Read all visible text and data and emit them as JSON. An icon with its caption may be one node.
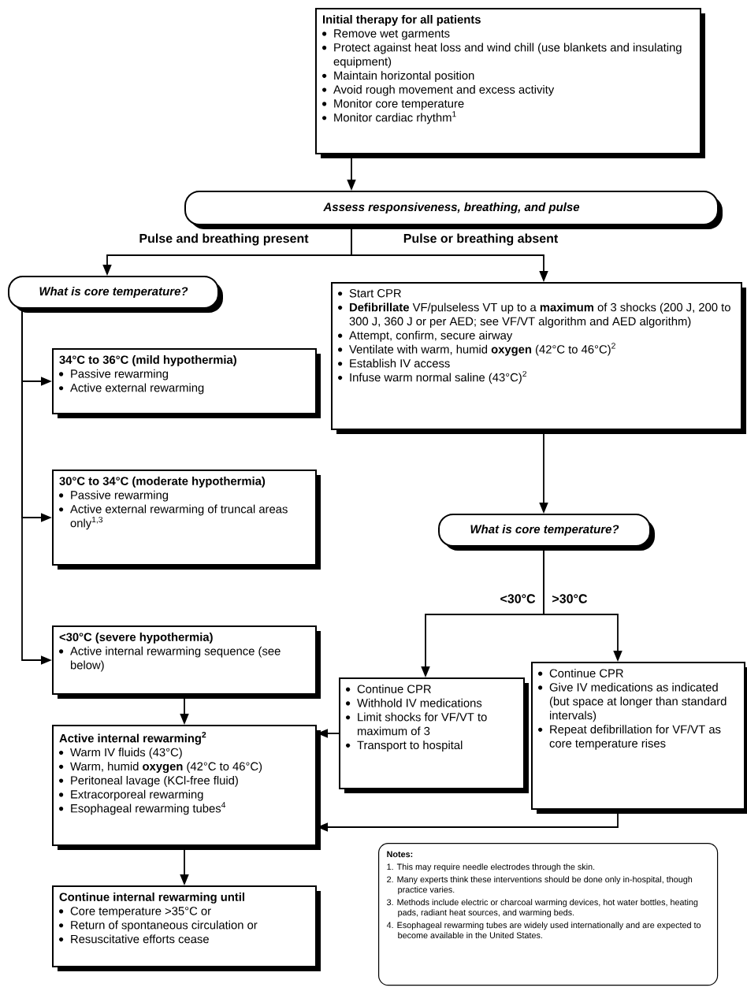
{
  "diagram": {
    "nodes": [
      {
        "text": [
          "Initial therapy for all patients",
          "Remove wet garments",
          "Protect against heat loss and wind chill (use blankets and insulating equipment)",
          "Maintain horizontal position",
          "Avoid rough movement and excess activity",
          "Monitor core temperature",
          "Monitor cardiac rhythm$^{1}$"
        ]
      },
      {
        "text": [
          "Assess responsiveness, breathing, and pulse"
        ]
      },
      {
        "text": [
          "What is core temperature?"
        ]
      },
      {
        "text": [
          "Start CPR",
          "**Defibrillate** VF/pulseless VT up to a **maximum** of 3 shocks (200 J, 200 to 300 J, 360 J or per AED; see VF/VT algorithm and AED algorithm)",
          "Attempt, confirm, secure airway",
          "Ventilate with warm, humid **oxygen** (42°C to 46°C)$^{2}$",
          "Establish IV access",
          "Infuse warm normal saline (43°C)$^{2}$"
        ]
      },
      {
        "text": [
          "34°C to 36°C (mild hypothermia)",
          "Passive rewarming",
          "Active external rewarming"
        ]
      },
      {
        "text": [
          "30°C to 34°C (moderate hypothermia)",
          "Passive rewarming",
          "Active external rewarming of truncal areas only$^{1,3}$"
        ]
      },
      {
        "text": [
          "What is core temperature?"
        ]
      },
      {
        "text": [
          "<30°C (severe hypothermia)",
          "Active internal rewarming sequence (see below)"
        ]
      },
      {
        "text": [
          "Continue CPR",
          "Withhold IV medications",
          "Limit shocks for VF/VT to maximum of 3",
          "Transport to hospital"
        ]
      },
      {
        "text": [
          "Continue CPR",
          "Give IV medications as indicated (but space at longer than standard intervals)",
          "Repeat defibrillation for VF/VT as core temperature rises"
        ]
      },
      {
        "text": [
          "Active internal rewarming$^{2}$",
          "Warm IV fluids (43°C)",
          "Warm, humid **oxygen** (42°C to 46°C)",
          "Peritoneal lavage (KCl-free fluid)",
          "Extracorporeal rewarming",
          "Esophageal rewarming tubes$^{4}$"
        ]
      },
      {
        "text": [
          "Notes:",
          "1. This may require needle electrodes through the skin.",
          "2. Many experts think these interventions should be done only in-hospital, though practice varies.",
          "3. Methods include electric or charcoal warming devices, hot water bottles, heating pads, radiant heat sources, and warming beds.",
          "4. Esophageal rewarming tubes are widely used internationally and are expected to become available in the United States."
        ]
      },
      {
        "text": [
          "Continue internal rewarming until",
          "Core temperature >35°C or",
          "Return of spontaneous circulation or",
          "Resuscitative efforts cease"
        ]
      }
    ],
    "edges": [
      {
        "from": 0,
        "to": 1,
        "arrow": "to"
      },
      {
        "from": 1,
        "to": 2,
        "arrow": "to",
        "label": "Pulse and breathing present"
      },
      {
        "from": 1,
        "to": 3,
        "arrow": "to",
        "label": "Pulse or breathing absent"
      },
      {
        "from": 2,
        "to": 4,
        "arrow": "to"
      },
      {
        "from": 2,
        "to": 5,
        "arrow": "to"
      },
      {
        "from": 2,
        "to": 7,
        "arrow": "to"
      },
      {
        "from": 3,
        "to": 6,
        "arrow": "to"
      },
      {
        "from": 6,
        "to": 8,
        "arrow": "to",
        "label": "<30°C"
      },
      {
        "from": 6,
        "to": 9,
        "arrow": "to",
        "label": ">30°C"
      },
      {
        "from": 7,
        "to": 10,
        "arrow": "to"
      },
      {
        "from": 8,
        "to": 10,
        "arrow": "to"
      },
      {
        "from": 9,
        "to": 10,
        "arrow": "to"
      },
      {
        "from": 10,
        "to": 12,
        "arrow": "to"
      }
    ]
  }
}
